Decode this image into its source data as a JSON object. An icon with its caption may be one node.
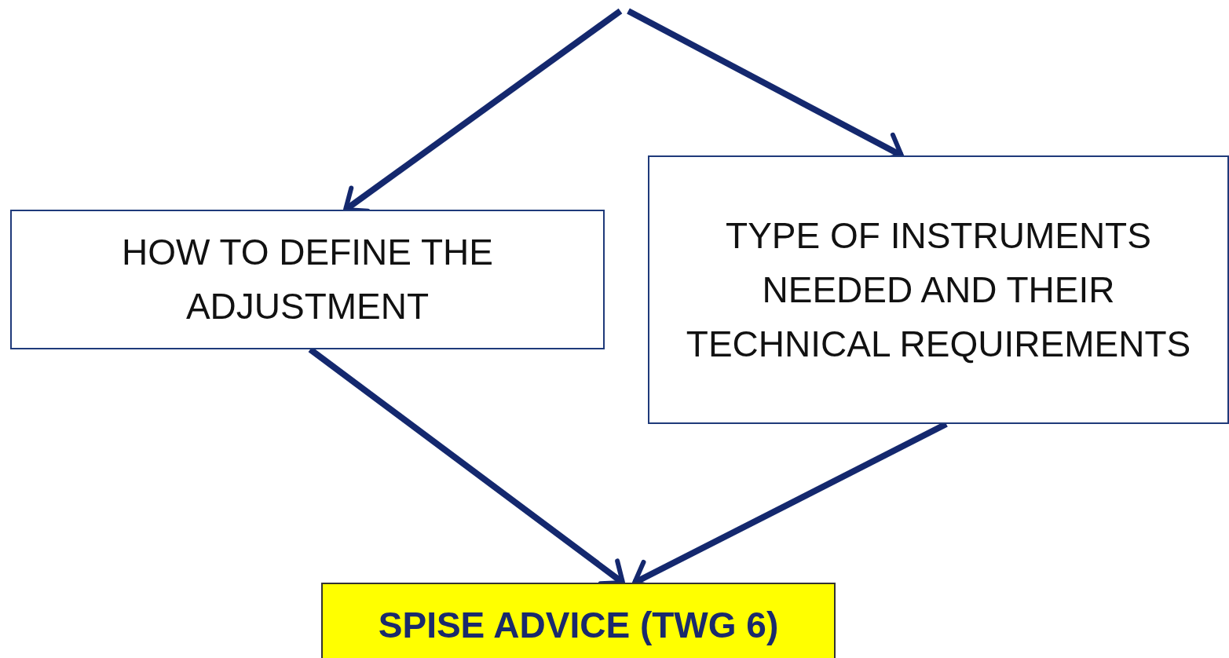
{
  "diagram": {
    "nodes": [
      {
        "text": [
          "HOW TO DEFINE THE ADJUSTMENT"
        ]
      },
      {
        "text": [
          "TYPE OF INSTRUMENTS NEEDED AND THEIR TECHNICAL REQUIREMENTS"
        ]
      },
      {
        "text": [
          "SPISE ADVICE (TWG 6)"
        ]
      }
    ],
    "edges": [
      {
        "from": null,
        "to": 0,
        "arrow": "to"
      },
      {
        "from": null,
        "to": 1,
        "arrow": "to"
      },
      {
        "from": 0,
        "to": 2,
        "arrow": "to"
      },
      {
        "from": 1,
        "to": 2,
        "arrow": "to"
      }
    ]
  }
}
